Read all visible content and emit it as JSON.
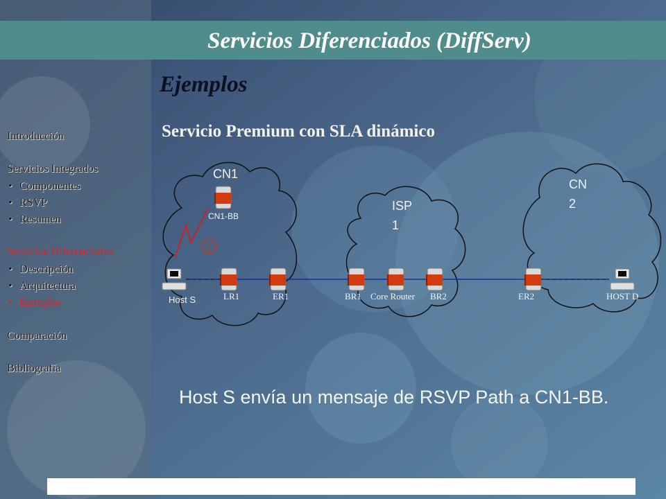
{
  "slide": {
    "title": "Servicios Diferenciados (DiffServ)",
    "heading": "Ejemplos",
    "subheading": "Servicio Premium con SLA dinámico",
    "caption": "Host S envía un mensaje de RSVP Path a CN1-BB."
  },
  "sidebar": {
    "items": [
      {
        "label": "Introducción",
        "active": false
      },
      {
        "label": "Servicios Integrados",
        "active": false
      },
      {
        "label": "Componentes",
        "active": false
      },
      {
        "label": "RSVP",
        "active": false
      },
      {
        "label": "Resumen",
        "active": false
      },
      {
        "label": "Servicios Diferenciados",
        "active": true
      },
      {
        "label": "Descripción",
        "active": false
      },
      {
        "label": "Arquitectura",
        "active": false
      },
      {
        "label": "Ejemplos",
        "active": true
      },
      {
        "label": "Comparación",
        "active": false
      },
      {
        "label": "Bibliografía",
        "active": false
      }
    ],
    "bullet": "•"
  },
  "diagram": {
    "clouds": {
      "cn1": "CN1",
      "isp1": "ISP 1",
      "cn2": "CN 2"
    },
    "nodes": {
      "cn1_bb": "CN1-BB",
      "host_s": "Host S",
      "lr1": "LR1",
      "er1": "ER1",
      "br1": "BR1",
      "core_router": "Core Router",
      "br2": "BR2",
      "er2": "ER2",
      "host_d": "HOST D"
    },
    "step_number": "1"
  },
  "colors": {
    "title_bar": "#4f8c8b",
    "router": "#d23a10",
    "active_nav": "#e81c1c",
    "link": "#1a2fa0",
    "step": "#e03010"
  }
}
